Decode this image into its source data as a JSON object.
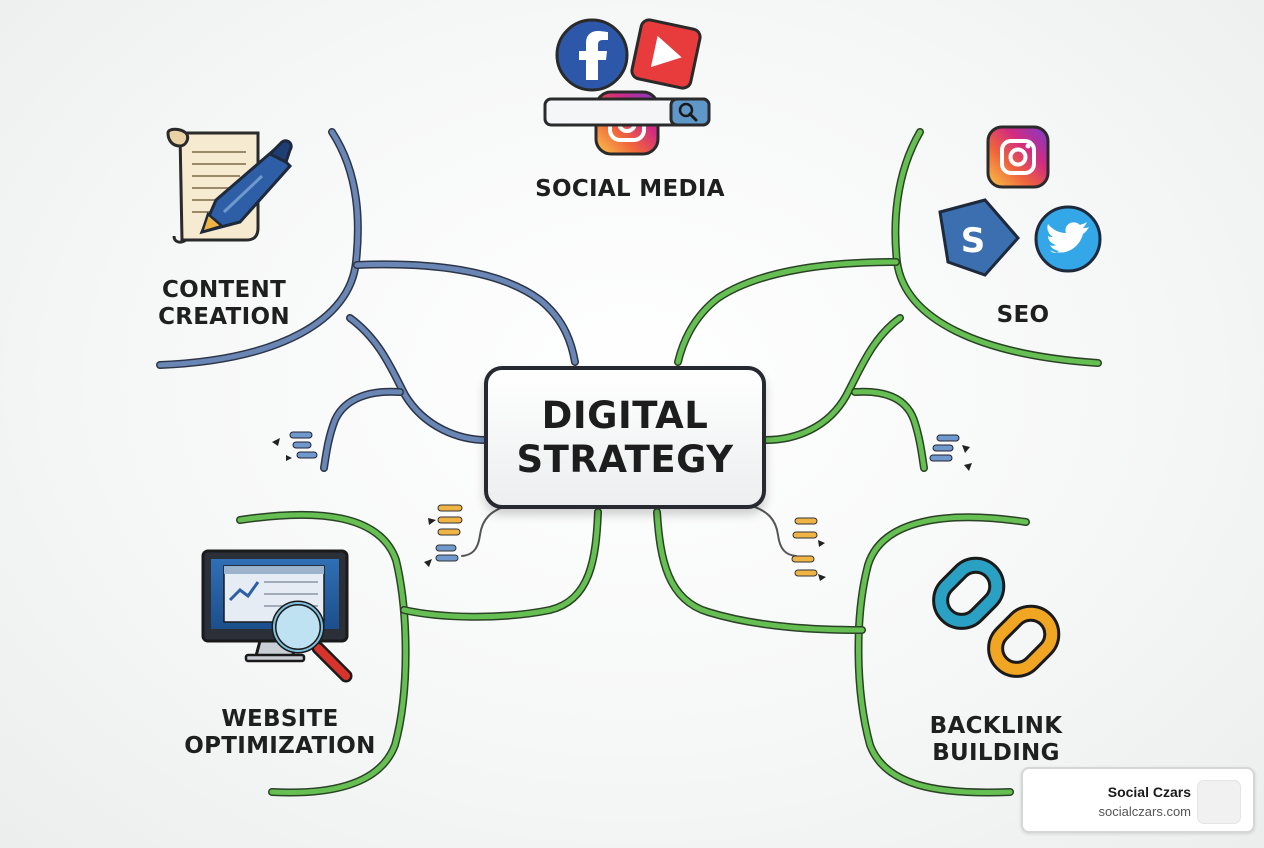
{
  "center": {
    "line1": "DIGITAL",
    "line2": "STRATEGY"
  },
  "branches": {
    "social_media": {
      "line1": "SOCIAL MEDIA",
      "icons": [
        "facebook-icon",
        "youtube-play-icon",
        "instagram-icon",
        "search-bar-icon"
      ]
    },
    "content_creation": {
      "line1": "CONTENT",
      "line2": "CREATION",
      "icons": [
        "scroll-document-icon",
        "fountain-pen-icon"
      ]
    },
    "seo": {
      "line1": "SEO",
      "icons": [
        "instagram-icon",
        "skype-icon",
        "twitter-icon"
      ]
    },
    "website_optimization": {
      "line1": "WEBSITE",
      "line2": "OPTIMIZATION",
      "icons": [
        "monitor-icon",
        "magnifier-icon"
      ]
    },
    "backlink_building": {
      "line1": "BACKLINK",
      "line2": "BUILDING",
      "icons": [
        "chain-link-icon"
      ]
    }
  },
  "brand": {
    "name": "Social Czars",
    "url": "socialczars.com"
  },
  "colors": {
    "left_branch": "#5a78a6",
    "right_branch": "#5fb84a",
    "center_border": "#262a30",
    "mini_node_blue": "#6f98cc",
    "mini_node_orange": "#f0b445"
  }
}
